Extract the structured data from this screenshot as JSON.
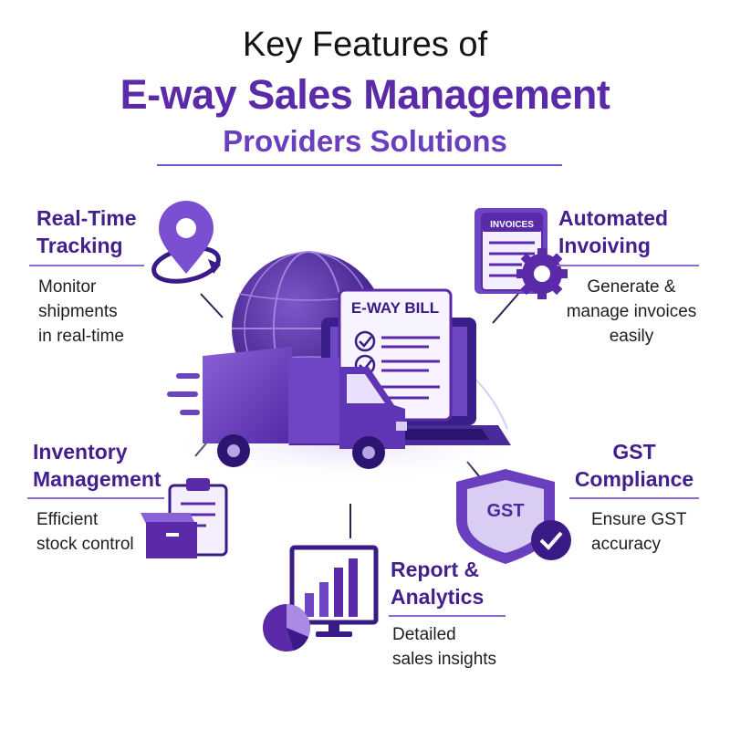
{
  "title": {
    "line1": "Key Features of",
    "line2": "E-way Sales Management",
    "line3": "Providers Solutions"
  },
  "colors": {
    "primary": "#5b2aa8",
    "accent": "#7c4dd4",
    "dark": "#3a1a86",
    "light": "#c9b6ef"
  },
  "center": {
    "document_label": "E-WAY BILL",
    "icons": [
      "globe-icon",
      "laptop-icon",
      "delivery-truck-icon",
      "checklist-icon"
    ]
  },
  "features": [
    {
      "id": "tracking",
      "title_lines": [
        "Real-Time",
        "Tracking"
      ],
      "desc_lines": [
        "Monitor",
        "shipments",
        "in real-time"
      ],
      "icon": "location-pin-icon"
    },
    {
      "id": "invoicing",
      "title_lines": [
        "Automated",
        "Invoiving"
      ],
      "desc_lines": [
        "Generate &",
        "manage invoices",
        "easily"
      ],
      "icon": "invoice-gear-icon",
      "icon_label": "INVOICES"
    },
    {
      "id": "inventory",
      "title_lines": [
        "Inventory",
        "Management"
      ],
      "desc_lines": [
        "Efficient",
        "stock control"
      ],
      "icon": "clipboard-box-icon"
    },
    {
      "id": "gst",
      "title_lines": [
        "GST",
        "Compliance"
      ],
      "desc_lines": [
        "Ensure GST",
        "accuracy"
      ],
      "icon": "gst-shield-icon",
      "icon_label": "GST"
    },
    {
      "id": "reports",
      "title_lines": [
        "Report &",
        "Analytics"
      ],
      "desc_lines": [
        "Detailed",
        "sales insights"
      ],
      "icon": "analytics-monitor-icon"
    }
  ]
}
